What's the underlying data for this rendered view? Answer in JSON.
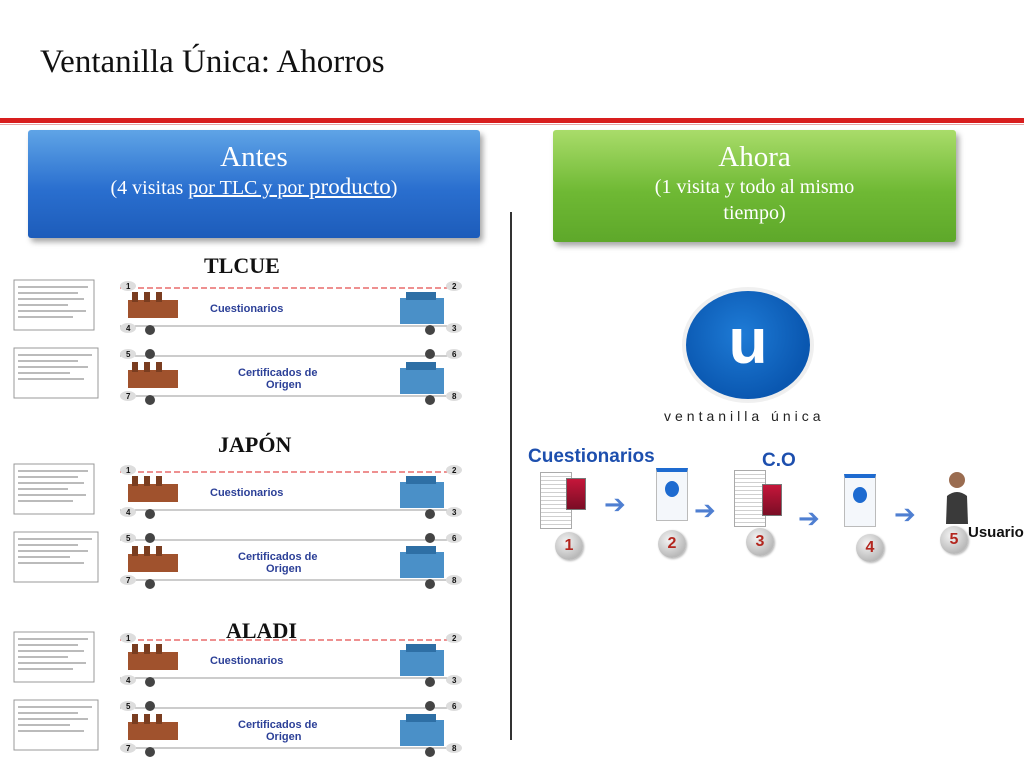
{
  "slide": {
    "title": "Ventanilla Única: Ahorros"
  },
  "antes": {
    "heading": "Antes",
    "sub_prefix": "(4 visitas ",
    "sub_under": "por TLC y por ",
    "sub_big": "producto",
    "sub_suffix": ")"
  },
  "ahora": {
    "heading": "Ahora",
    "sub_line1": "(1 visita y todo al mismo",
    "sub_line2": "tiempo)"
  },
  "sections": [
    {
      "label": "TLCUE",
      "cuestionarios": "Cuestionarios",
      "certificados_1": "Certificados de",
      "certificados_2": "Origen"
    },
    {
      "label": "JAPÓN",
      "cuestionarios": "Cuestionarios",
      "certificados_1": "Certificados de",
      "certificados_2": "Origen"
    },
    {
      "label": "ALADI",
      "cuestionarios": "Cuestionarios",
      "certificados_1": "Certificados de",
      "certificados_2": "Origen"
    }
  ],
  "logo": {
    "letter": "u",
    "text": "ventanilla única"
  },
  "flow": {
    "cuestionarios_label": "Cuestionarios",
    "co_label": "C.O",
    "usuario_label": "Usuario",
    "steps": [
      "1",
      "2",
      "3",
      "4",
      "5"
    ],
    "arrow": "➔"
  },
  "colors": {
    "accent_red": "#d81e1e",
    "antes_blue": "#2a6fcf",
    "ahora_green": "#6fb934",
    "logo_blue": "#0a57b0"
  }
}
